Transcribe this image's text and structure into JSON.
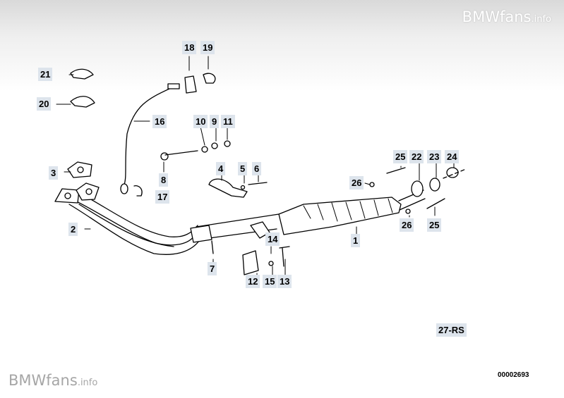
{
  "watermark": {
    "name": "BMWfans",
    "suffix": ".info"
  },
  "callouts": [
    {
      "id": "c1",
      "text": "1"
    },
    {
      "id": "c2",
      "text": "2"
    },
    {
      "id": "c3",
      "text": "3"
    },
    {
      "id": "c4",
      "text": "4"
    },
    {
      "id": "c5",
      "text": "5"
    },
    {
      "id": "c6",
      "text": "6"
    },
    {
      "id": "c7",
      "text": "7"
    },
    {
      "id": "c8",
      "text": "8"
    },
    {
      "id": "c9",
      "text": "9"
    },
    {
      "id": "c10",
      "text": "10"
    },
    {
      "id": "c11",
      "text": "11"
    },
    {
      "id": "c12",
      "text": "12"
    },
    {
      "id": "c13",
      "text": "13"
    },
    {
      "id": "c14",
      "text": "14"
    },
    {
      "id": "c15",
      "text": "15"
    },
    {
      "id": "c16",
      "text": "16"
    },
    {
      "id": "c17",
      "text": "17"
    },
    {
      "id": "c18",
      "text": "18"
    },
    {
      "id": "c19",
      "text": "19"
    },
    {
      "id": "c20",
      "text": "20"
    },
    {
      "id": "c21",
      "text": "21"
    },
    {
      "id": "c22",
      "text": "22"
    },
    {
      "id": "c23",
      "text": "23"
    },
    {
      "id": "c24",
      "text": "24"
    },
    {
      "id": "c25a",
      "text": "25"
    },
    {
      "id": "c25b",
      "text": "25"
    },
    {
      "id": "c26a",
      "text": "26"
    },
    {
      "id": "c26b",
      "text": "26"
    }
  ],
  "ref_code": "27-RS",
  "diagram_number": "00002693"
}
